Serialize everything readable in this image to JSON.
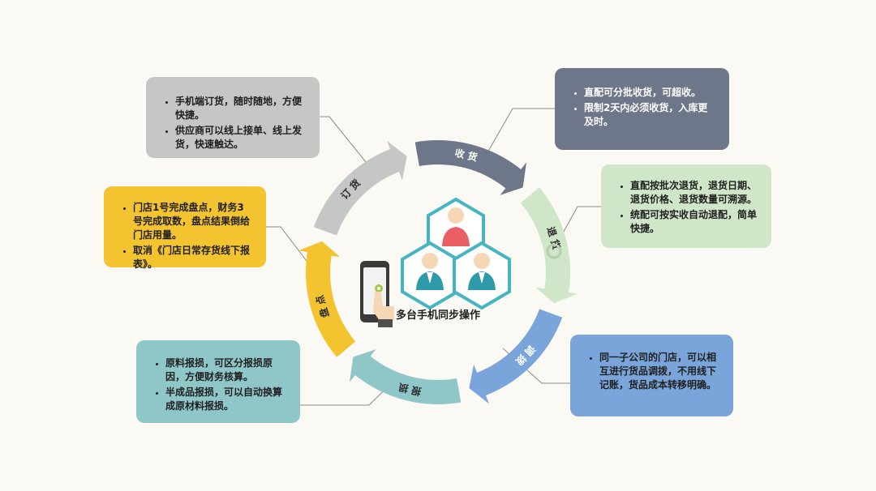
{
  "center": {
    "label": "多台手机同步操作"
  },
  "segments": [
    {
      "key": "receive",
      "label": "收 货",
      "color": "#6e7789"
    },
    {
      "key": "return",
      "label": "退 货",
      "color": "#cfe6c8"
    },
    {
      "key": "transfer",
      "label": "调 拨",
      "color": "#7aa5da"
    },
    {
      "key": "loss",
      "label": "报 损",
      "color": "#8fc7c8"
    },
    {
      "key": "stock",
      "label": "盘 点",
      "color": "#f4c330"
    },
    {
      "key": "order",
      "label": "订 货",
      "color": "#c5c6c6"
    }
  ],
  "boxes": {
    "order": {
      "items": [
        "手机端订货，随时随地，方便快捷。",
        "供应商可以线上接单、线上发货，快速触达。"
      ]
    },
    "receive": {
      "items": [
        "直配可分批收货，可超收。",
        "限制2天内必须收货，入库更及时。"
      ]
    },
    "return": {
      "items": [
        "直配按批次退货，退货日期、退货价格、退货数量可溯源。",
        "统配可按实收自动退配，简单快捷。"
      ]
    },
    "stock": {
      "items": [
        "门店1号完成盘点，财务3号完成取数，盘点结果倒给门店用量。",
        "取消《门店日常存货线下报表》。"
      ]
    },
    "transfer": {
      "items": [
        "同一子公司的门店，可以相互进行货品调拨，不用线下记账，货品成本转移明确。"
      ]
    },
    "loss": {
      "items": [
        "原料报损，可区分报损原因，方便财务核算。",
        "半成品报损，可以自动换算成原材料报损。"
      ]
    }
  }
}
